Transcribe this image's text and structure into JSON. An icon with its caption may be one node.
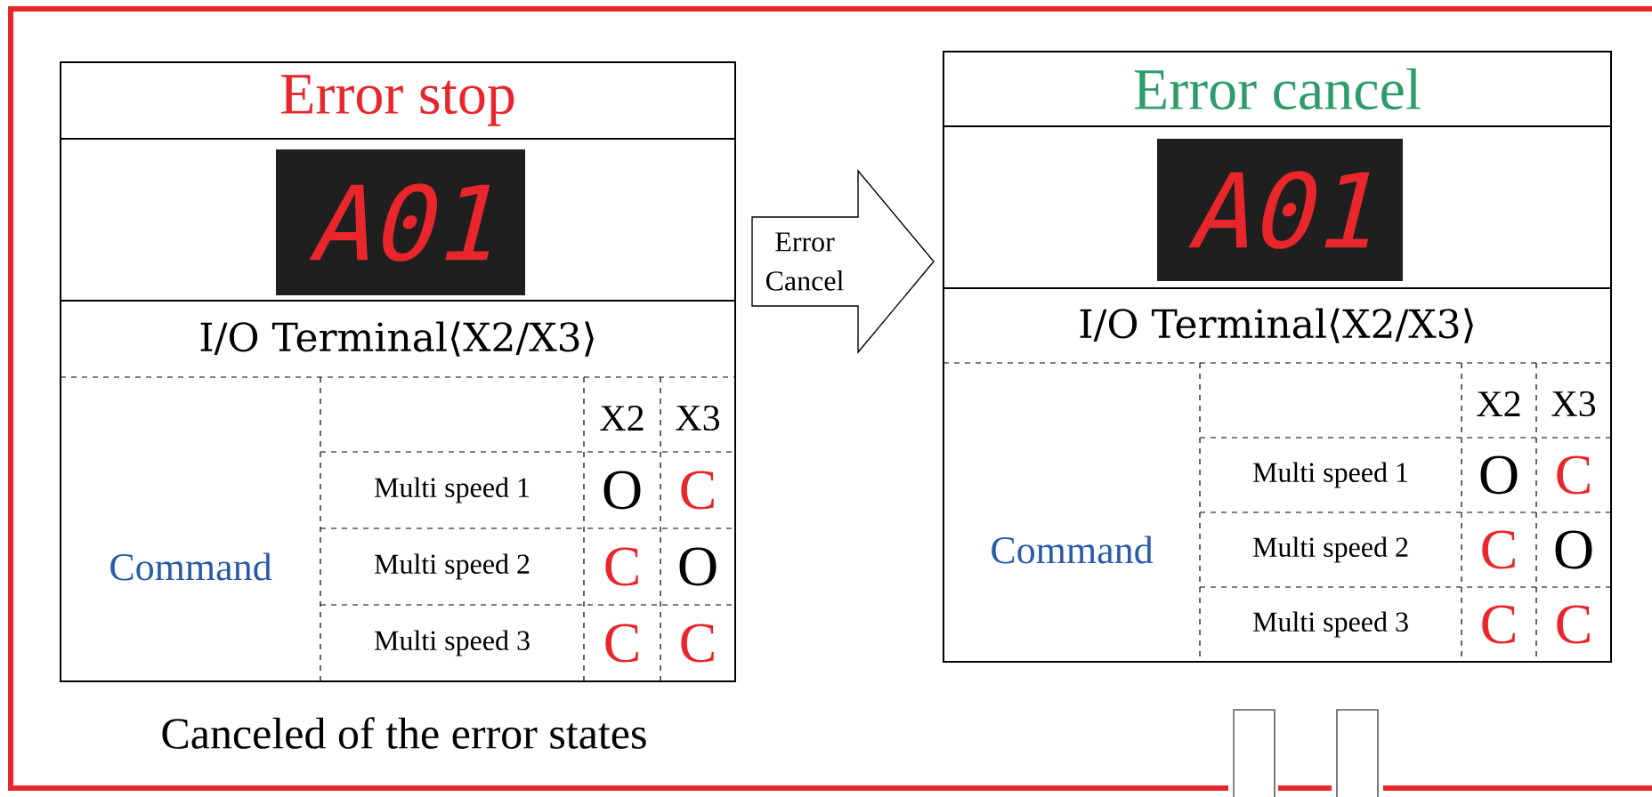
{
  "diagram": {
    "nodes": [
      {
        "text": [
          "Error stop",
          "I/O Terminal⟨X2/X3⟩"
        ]
      },
      {
        "text": [
          "A01"
        ],
        "in": 0
      },
      {
        "text": [
          "Error cancel",
          "I/O Terminal⟨X2/X3⟩"
        ]
      },
      {
        "text": [
          "A01"
        ],
        "in": 2
      }
    ],
    "edges": [
      {
        "from": 0,
        "to": 2,
        "arrow": "to",
        "label": "Error Cancel"
      }
    ],
    "labels": [
      "X2",
      "X3",
      "Command",
      "Multi speed 1",
      "O",
      "C",
      "Multi speed 2",
      "C",
      "O",
      "Multi speed 3",
      "C",
      "C",
      "X2",
      "X3",
      "Command",
      "Multi speed 1",
      "O",
      "C",
      "Multi speed 2",
      "C",
      "O",
      "Multi speed 3",
      "C",
      "C",
      "Canceled of the error states"
    ]
  }
}
